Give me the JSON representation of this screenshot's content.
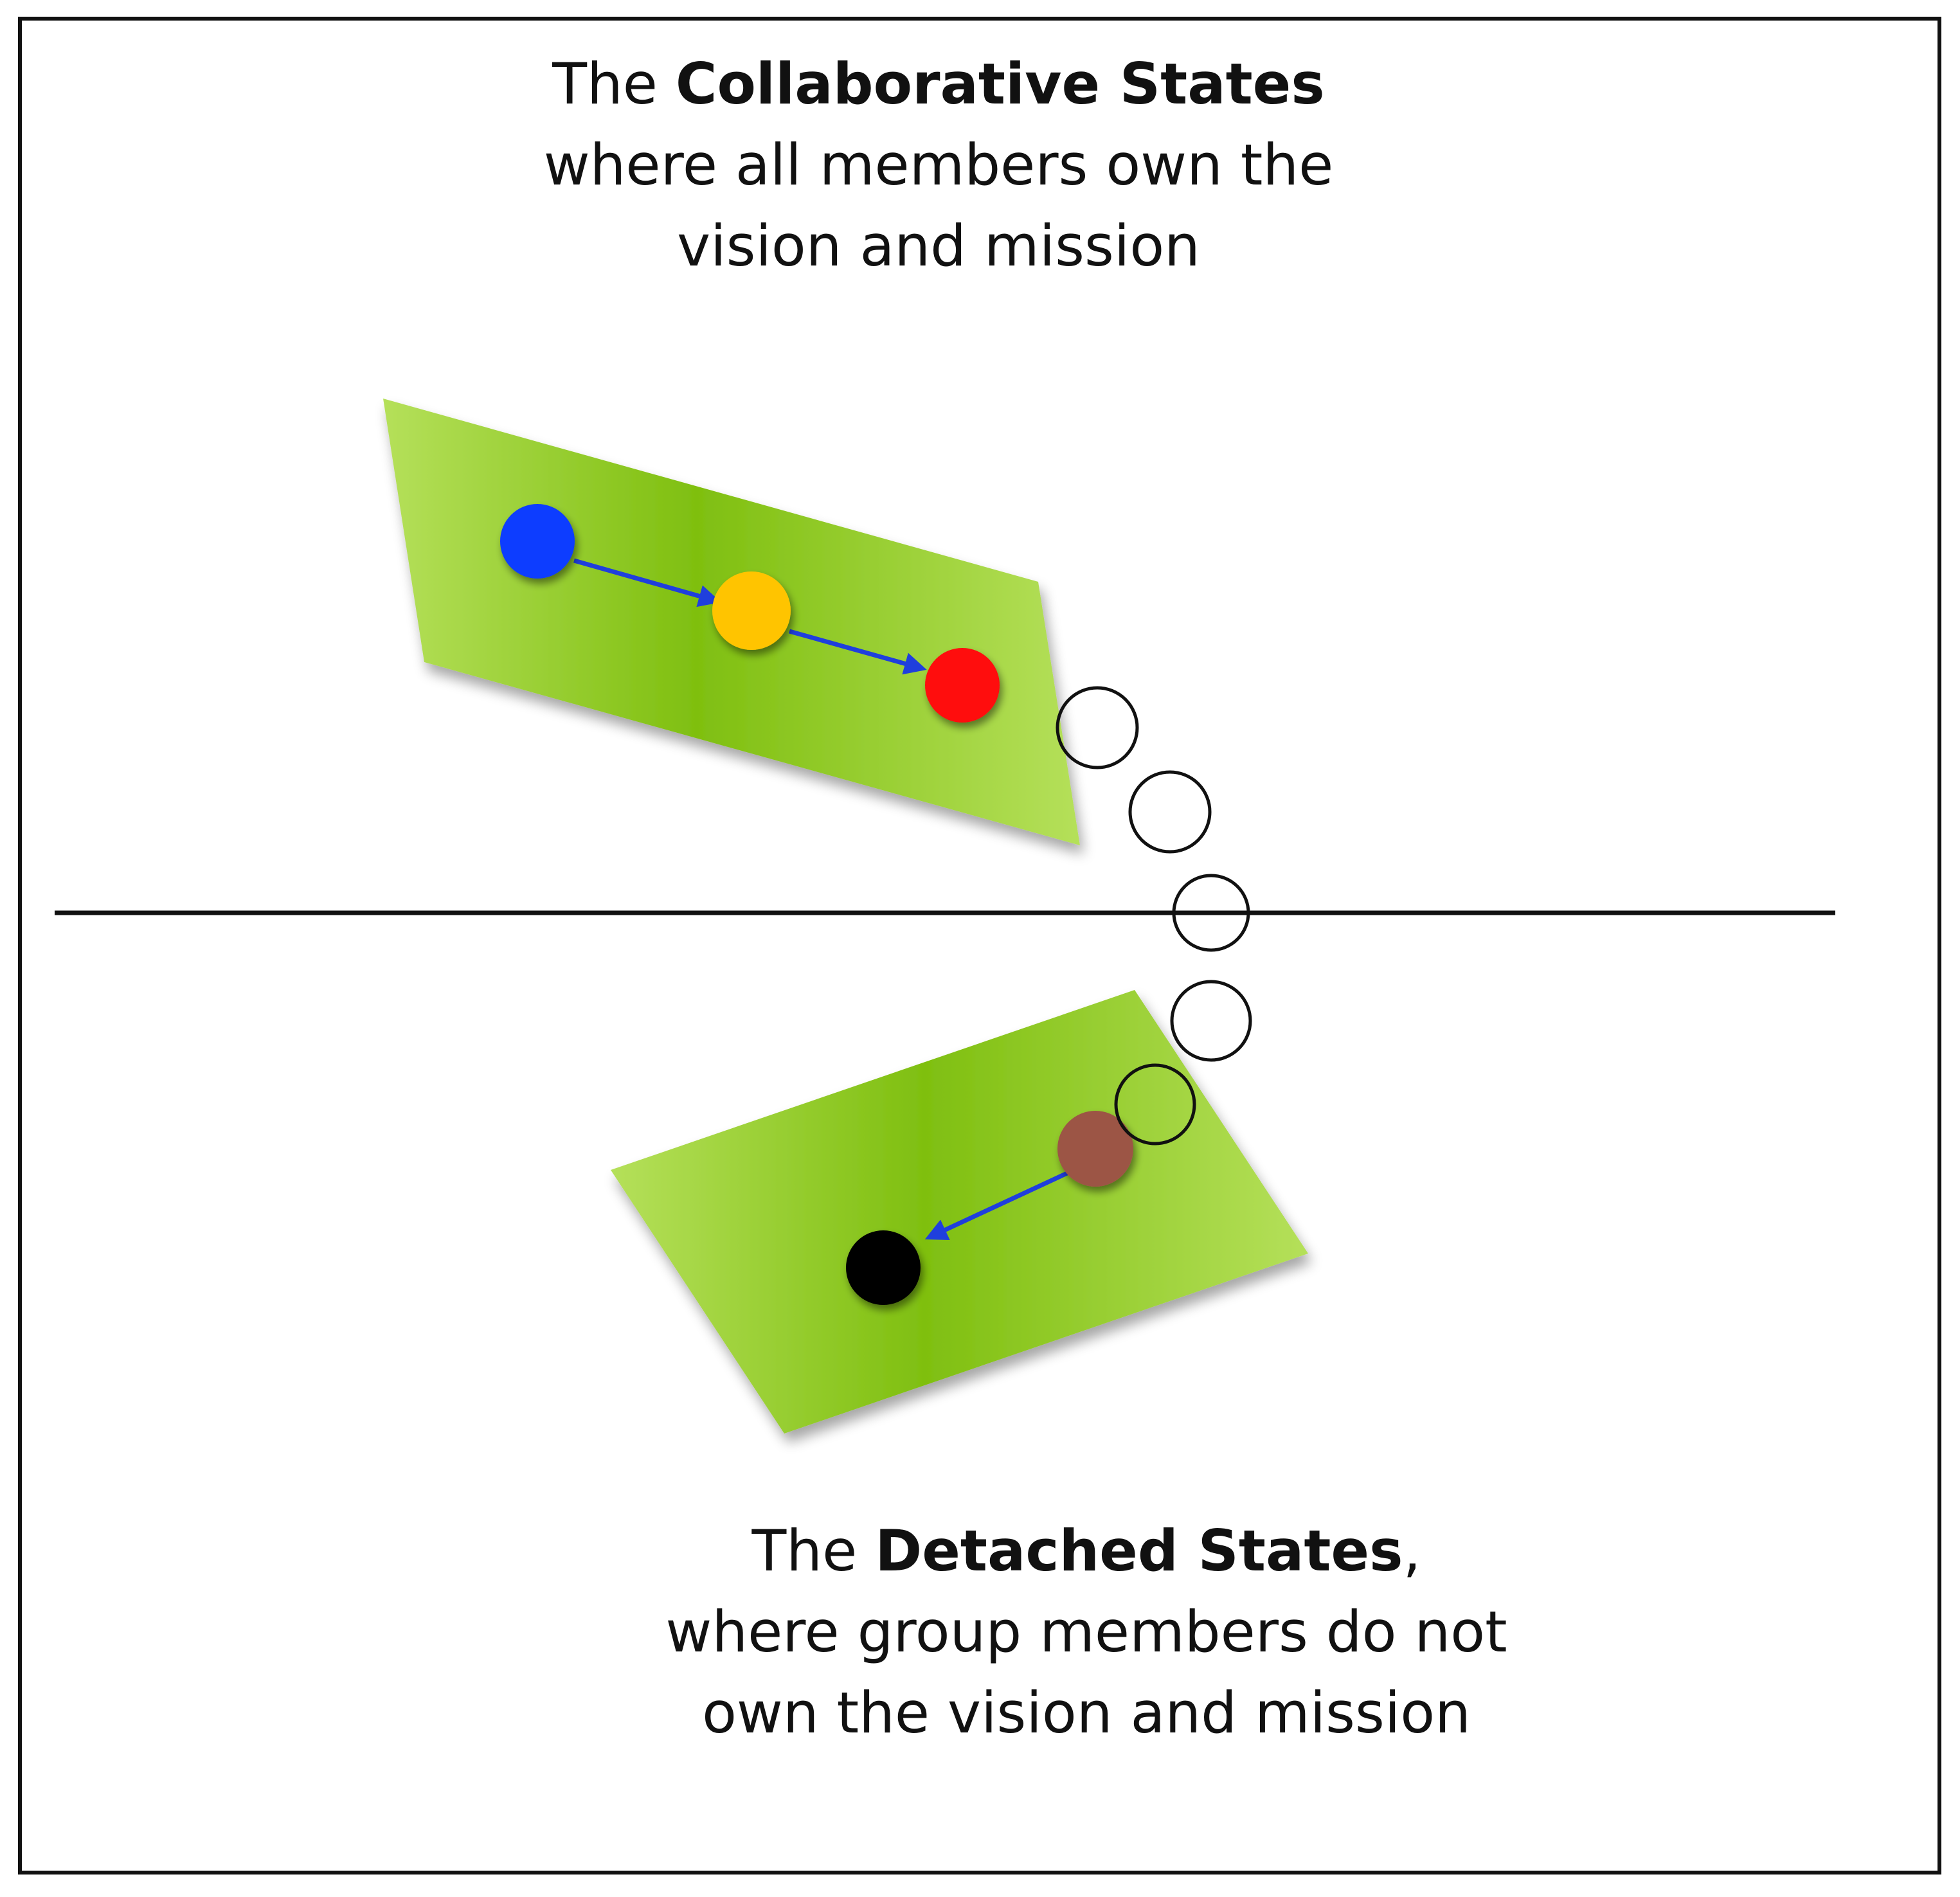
{
  "top_label": {
    "prefix": "The ",
    "emphasis": "Collaborative States",
    "suffix": "",
    "line2": "where all members own the",
    "line3": "vision and mission"
  },
  "bottom_label": {
    "prefix": "The ",
    "emphasis": "Detached States",
    "suffix": ",",
    "line2": "where group members do not",
    "line3": "own the vision and mission"
  },
  "colors": {
    "plane_green_light": "#b5e05a",
    "plane_green_dark": "#7fbf10",
    "arrow_blue": "#1f3fdd",
    "node_blue": "#0a3cff",
    "node_yellow": "#ffc400",
    "node_red": "#ff0a0a",
    "node_brown": "#9c5545",
    "node_black": "#000000",
    "outline": "#111111"
  },
  "nodes": {
    "upper": [
      "blue",
      "yellow",
      "red"
    ],
    "lower": [
      "brown",
      "black"
    ]
  },
  "transition_rings": 5
}
